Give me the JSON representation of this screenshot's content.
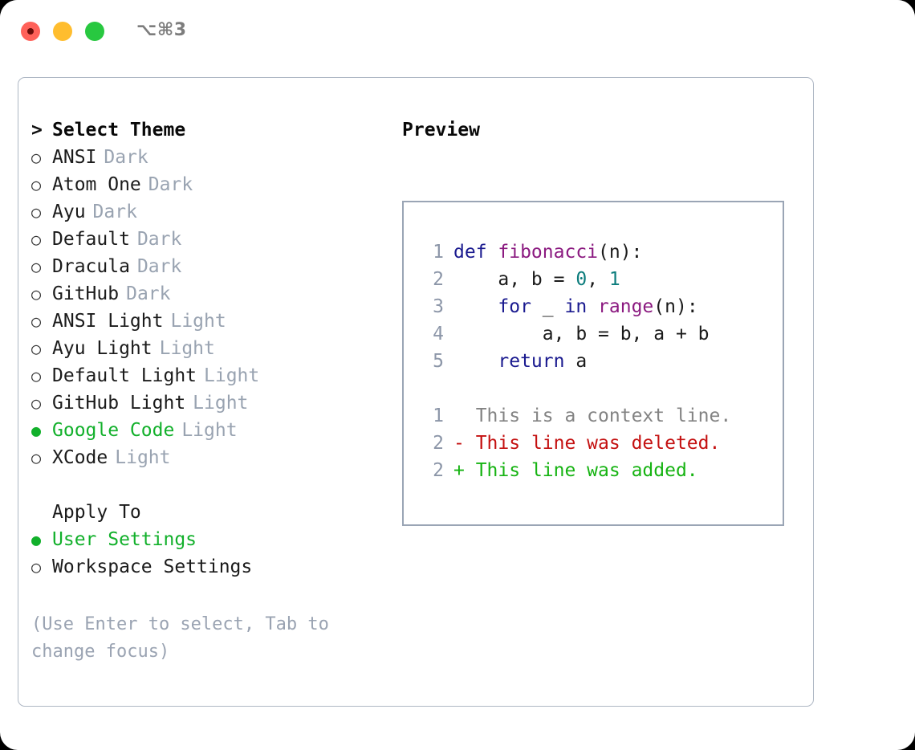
{
  "titlebar": {
    "shortcut": "⌥⌘3",
    "buttons": [
      {
        "name": "close",
        "color": "#ff6159"
      },
      {
        "name": "minimize",
        "color": "#ffbd2e"
      },
      {
        "name": "zoom",
        "color": "#28c840"
      }
    ]
  },
  "theme_picker": {
    "header": "Select Theme",
    "caret": ">",
    "marker_selected": "●",
    "marker_unselected": "○",
    "items": [
      {
        "label": "ANSI",
        "tag": "Dark",
        "selected": false
      },
      {
        "label": "Atom One",
        "tag": "Dark",
        "selected": false
      },
      {
        "label": "Ayu",
        "tag": "Dark",
        "selected": false
      },
      {
        "label": "Default",
        "tag": "Dark",
        "selected": false
      },
      {
        "label": "Dracula",
        "tag": "Dark",
        "selected": false
      },
      {
        "label": "GitHub",
        "tag": "Dark",
        "selected": false
      },
      {
        "label": "ANSI Light",
        "tag": "Light",
        "selected": false
      },
      {
        "label": "Ayu Light",
        "tag": "Light",
        "selected": false
      },
      {
        "label": "Default Light",
        "tag": "Light",
        "selected": false
      },
      {
        "label": "GitHub Light",
        "tag": "Light",
        "selected": false
      },
      {
        "label": "Google Code",
        "tag": "Light",
        "selected": true
      },
      {
        "label": "XCode",
        "tag": "Light",
        "selected": false
      }
    ]
  },
  "apply_to": {
    "header": "Apply To",
    "items": [
      {
        "label": "User Settings",
        "selected": true
      },
      {
        "label": "Workspace Settings",
        "selected": false
      }
    ]
  },
  "hint": "(Use Enter to select, Tab to change focus)",
  "preview": {
    "title": "Preview",
    "code_lines": [
      {
        "no": "1",
        "tokens": [
          {
            "t": "def ",
            "c": "kw"
          },
          {
            "t": "fibonacci",
            "c": "fn"
          },
          {
            "t": "(n):",
            "c": "pl"
          }
        ]
      },
      {
        "no": "2",
        "tokens": [
          {
            "t": "    a, b = ",
            "c": "pl"
          },
          {
            "t": "0",
            "c": "num"
          },
          {
            "t": ", ",
            "c": "pl"
          },
          {
            "t": "1",
            "c": "num"
          }
        ]
      },
      {
        "no": "3",
        "tokens": [
          {
            "t": "    ",
            "c": "pl"
          },
          {
            "t": "for",
            "c": "kw"
          },
          {
            "t": " _ ",
            "c": "pl"
          },
          {
            "t": "in",
            "c": "kw"
          },
          {
            "t": " ",
            "c": "pl"
          },
          {
            "t": "range",
            "c": "fn"
          },
          {
            "t": "(n):",
            "c": "pl"
          }
        ]
      },
      {
        "no": "4",
        "tokens": [
          {
            "t": "        a, b = b, a + b",
            "c": "pl"
          }
        ]
      },
      {
        "no": "5",
        "tokens": [
          {
            "t": "    ",
            "c": "pl"
          },
          {
            "t": "return",
            "c": "kw"
          },
          {
            "t": " a",
            "c": "pl"
          }
        ]
      }
    ],
    "diff_lines": [
      {
        "no": "1",
        "prefix": "  ",
        "text": "This is a context line.",
        "kind": "ctx"
      },
      {
        "no": "2",
        "prefix": "- ",
        "text": "This line was deleted.",
        "kind": "del"
      },
      {
        "no": "2",
        "prefix": "+ ",
        "text": "This line was added.",
        "kind": "add"
      }
    ]
  },
  "colors": {
    "accent_green": "#12b02b",
    "muted": "#99a3b1",
    "border": "#aeb7c4",
    "preview_border": "#9aa5b5",
    "keyword": "#1a1a8f",
    "function": "#8b1a80",
    "number": "#0d7d7d",
    "diff_context": "#838383",
    "diff_deleted": "#c41010",
    "diff_added": "#16b312"
  }
}
